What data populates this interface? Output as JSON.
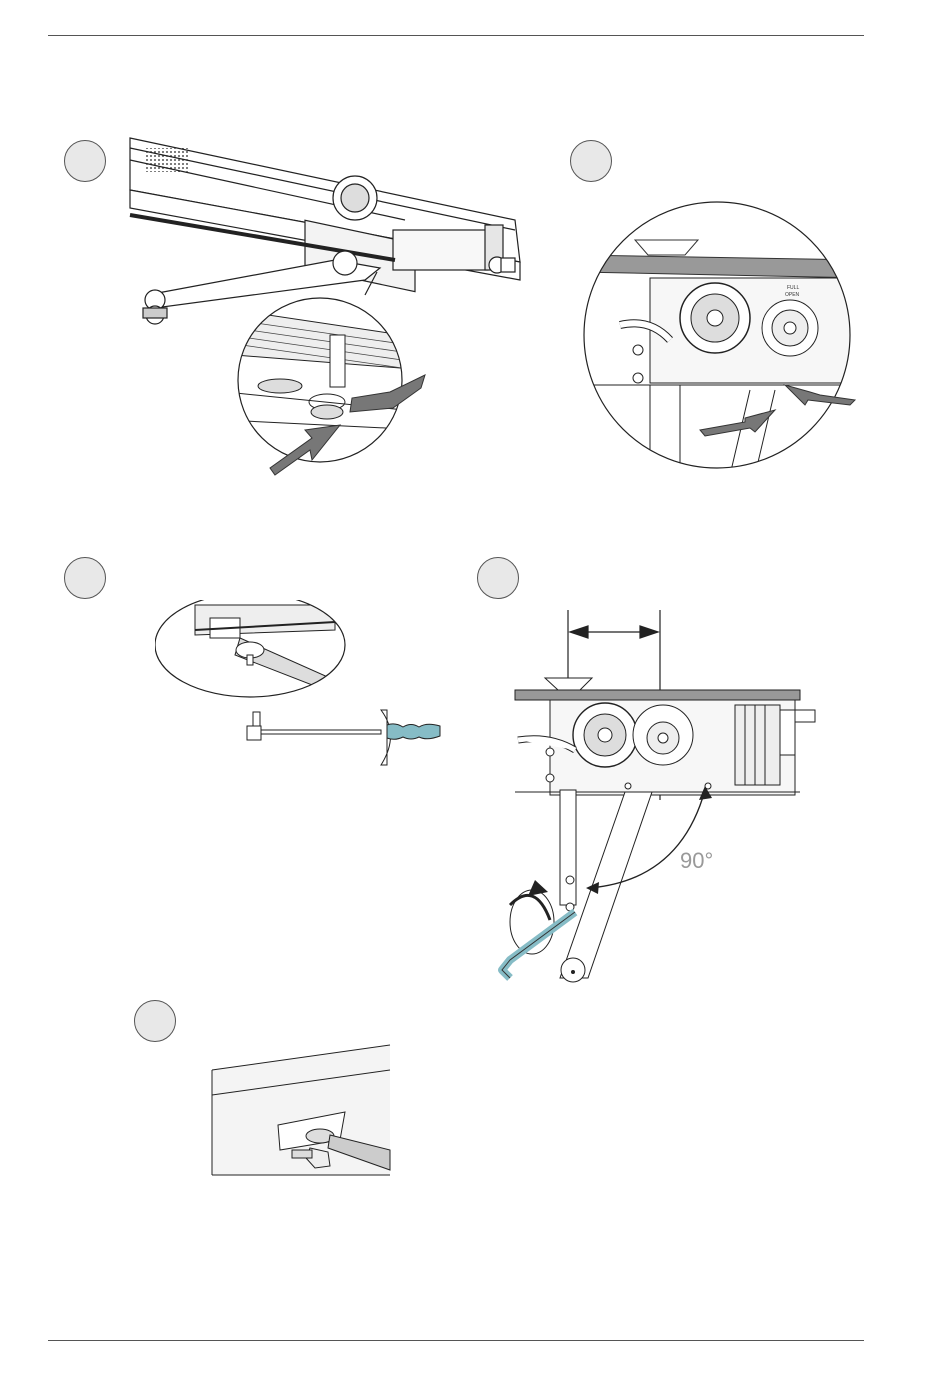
{
  "figures": {
    "step1": {
      "number": ""
    },
    "step2": {
      "number": ""
    },
    "step3": {
      "number": ""
    },
    "step4": {
      "number": "",
      "angle_label": "90°"
    },
    "step5": {
      "number": ""
    }
  },
  "labels": {
    "dial_full": "FULL",
    "dial_open": "OPEN"
  },
  "colors": {
    "line": "#222222",
    "arrow": "#777777",
    "circle_fill": "#e8e8e8",
    "hex_key": "#86bcc6",
    "cover_plate": "#999999"
  },
  "icons": {
    "arrow": "block-arrow-icon",
    "wrench": "hex-key-icon",
    "rotate": "rotate-arrow-icon"
  }
}
